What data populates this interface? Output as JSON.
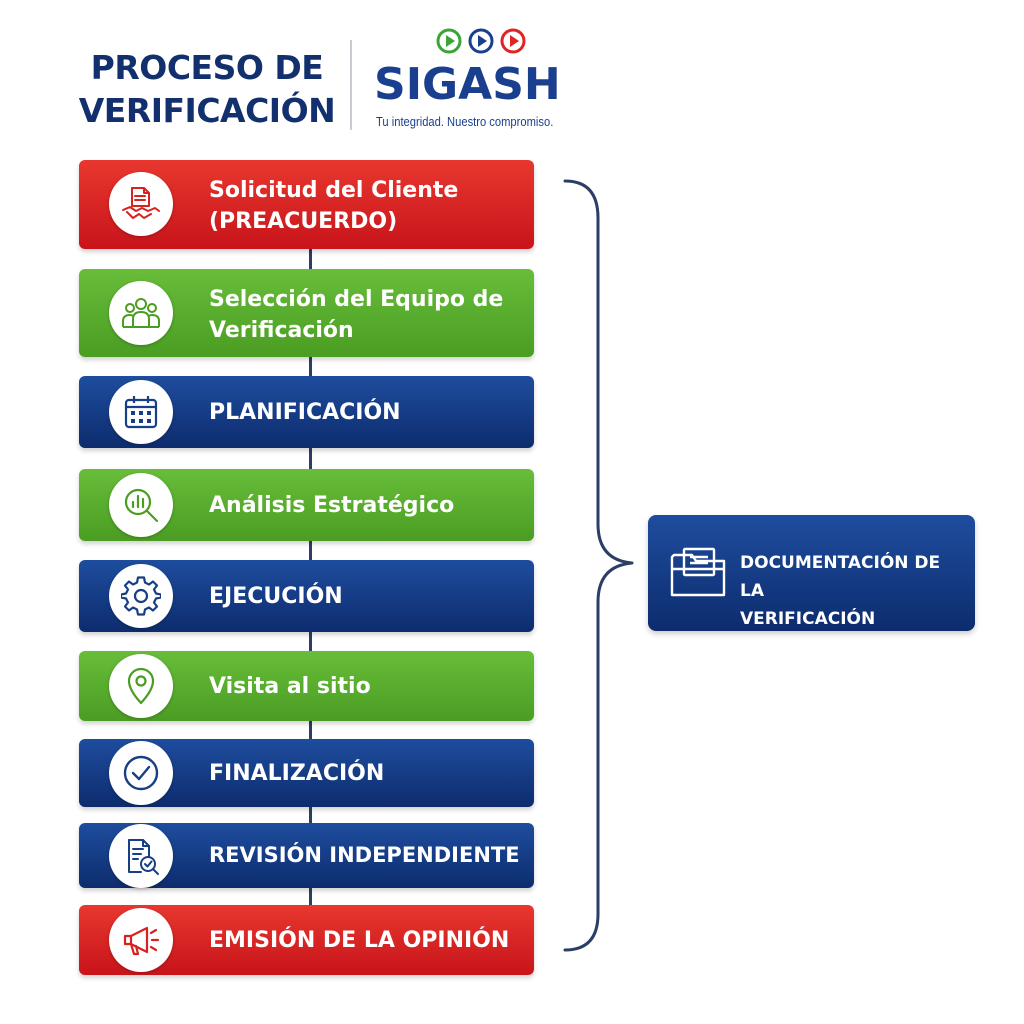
{
  "header": {
    "title": "PROCESO DE VERIFICACIÓN",
    "logo_text": "SIGASH",
    "logo_tagline": "Tu integridad. Nuestro compromiso.",
    "logo_icon_colors": [
      "#3aa535",
      "#1a3f8f",
      "#e02424"
    ]
  },
  "steps": [
    {
      "label": "Solicitud del Cliente\n(PREACUERDO)",
      "color": "red",
      "icon": "handshake-document-icon"
    },
    {
      "label": "Selección del Equipo de\nVerificación",
      "color": "green",
      "icon": "team-icon"
    },
    {
      "label": "PLANIFICACIÓN",
      "color": "blue",
      "icon": "calendar-icon"
    },
    {
      "label": "Análisis Estratégico",
      "color": "green",
      "icon": "chart-magnifier-icon"
    },
    {
      "label": "EJECUCIÓN",
      "color": "blue",
      "icon": "gear-icon"
    },
    {
      "label": "Visita al sitio",
      "color": "green",
      "icon": "location-pin-icon"
    },
    {
      "label": "FINALIZACIÓN",
      "color": "blue",
      "icon": "check-circle-icon"
    },
    {
      "label": "REVISIÓN INDEPENDIENTE",
      "color": "blue",
      "icon": "document-review-icon"
    },
    {
      "label": "EMISIÓN DE LA OPINIÓN",
      "color": "red",
      "icon": "megaphone-icon"
    }
  ],
  "documentation": {
    "label": "DOCUMENTACIÓN DE LA\nVERIFICACIÓN",
    "icon": "folder-icon"
  },
  "colors": {
    "red": "#d8221f",
    "green": "#5aae2e",
    "blue": "#163f86",
    "navy_text": "#13306e"
  }
}
